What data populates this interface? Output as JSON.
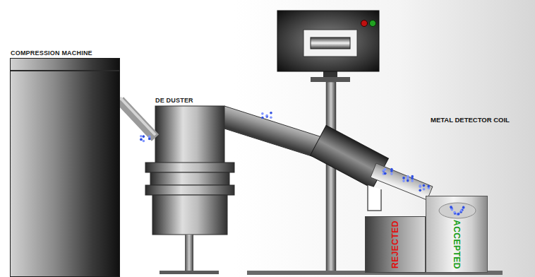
{
  "diagram": {
    "nodes": [
      {
        "text": [
          "COMPRESSION MACHINE"
        ]
      },
      {
        "text": [
          "DE DUSTER"
        ]
      },
      {
        "text": [
          "REJECTED"
        ]
      },
      {
        "text": [
          "ACCEPTED"
        ]
      }
    ],
    "edges": [
      {
        "from": 0,
        "to": 1,
        "arrow": "none"
      }
    ],
    "labels": [
      "METAL DETECTOR COIL"
    ]
  }
}
